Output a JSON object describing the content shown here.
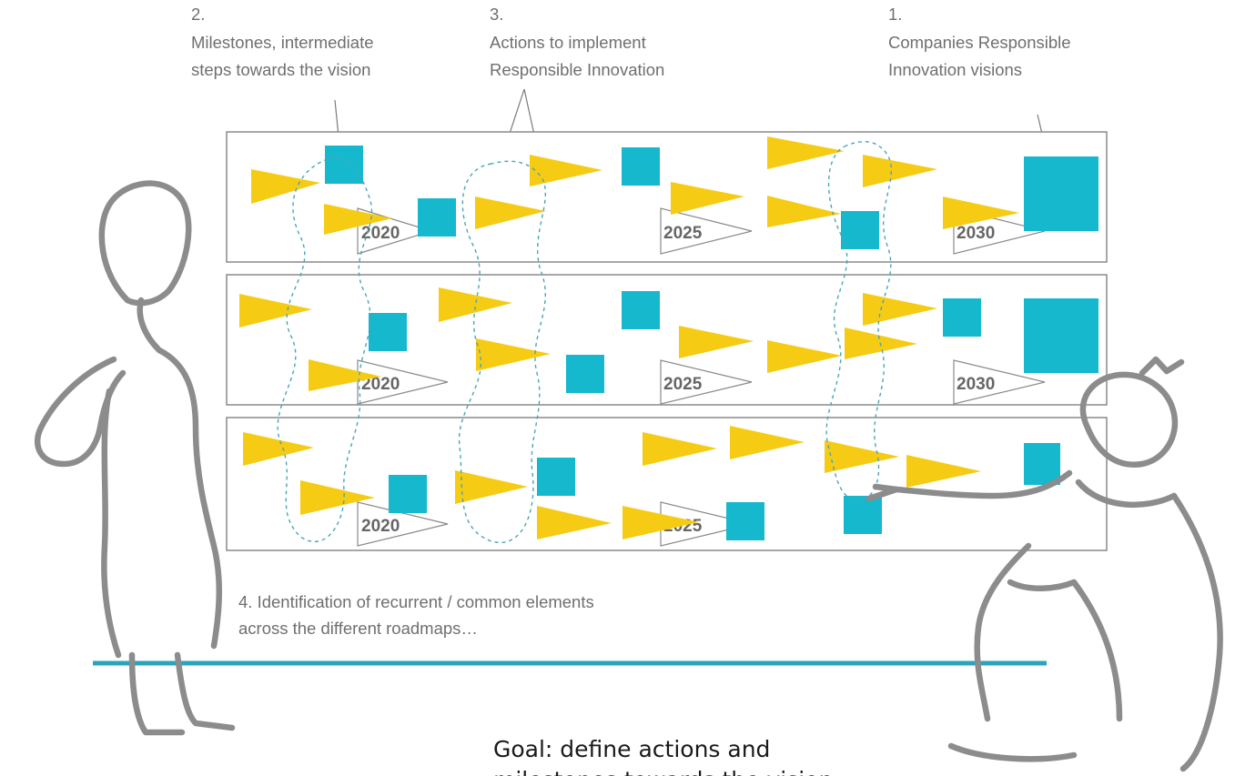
{
  "annotations": {
    "a1_num": "1.",
    "a1_l1": "Companies Responsible",
    "a1_l2": "Innovation visions",
    "a2_num": "2.",
    "a2_l1": "Milestones, intermediate",
    "a2_l2": "steps towards the vision",
    "a3_num": "3.",
    "a3_l1": "Actions to implement",
    "a3_l2": "Responsible Innovation",
    "a4_l1": "4. Identification of recurrent / common elements",
    "a4_l2": "across the different roadmaps…"
  },
  "roadmaps": [
    {
      "years": [
        "2020",
        "2025",
        "2030"
      ]
    },
    {
      "years": [
        "2020",
        "2025",
        "2030"
      ]
    },
    {
      "years": [
        "2020",
        "2025"
      ]
    }
  ],
  "goal": {
    "line1": "Goal: define actions and",
    "line2": "milestones towards the vision"
  },
  "colors": {
    "action_triangle": "#f6cb13",
    "milestone_square": "#15b8cd",
    "baseline": "#2aa4bb"
  },
  "icons": [
    "action-triangle-icon",
    "milestone-square-icon",
    "year-flag-icon"
  ]
}
